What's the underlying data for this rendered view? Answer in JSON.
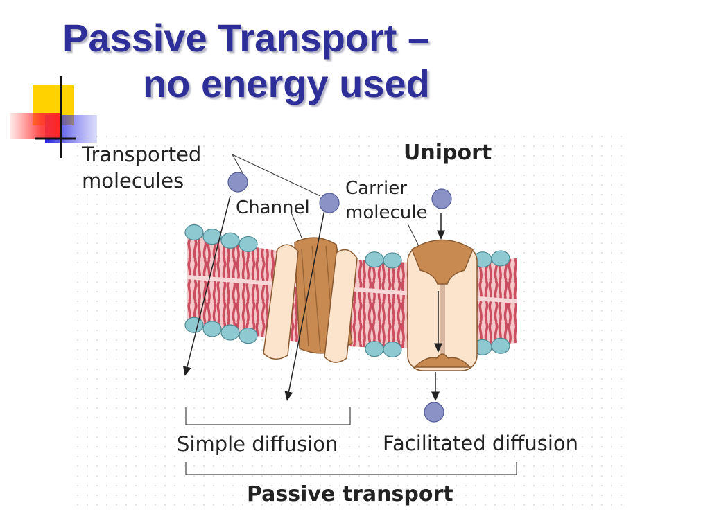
{
  "slide": {
    "title_line1": "Passive Transport –",
    "title_line2": "no energy used"
  },
  "diagram": {
    "label_transported": [
      "Transported",
      "molecules"
    ],
    "label_uniport": "Uniport",
    "label_carrier": [
      "Carrier",
      "molecule"
    ],
    "label_channel": "Channel",
    "label_simple": "Simple diffusion",
    "label_facilitated": "Facilitated diffusion",
    "label_passive": "Passive transport"
  },
  "colors": {
    "title": "#2f2f9a",
    "head_group": "#8ec9d2",
    "lipid_tail": "#c8485a",
    "protein_light": "#fbe3cc",
    "protein_dark": "#c98a52",
    "molecule": "#8b93c6"
  }
}
